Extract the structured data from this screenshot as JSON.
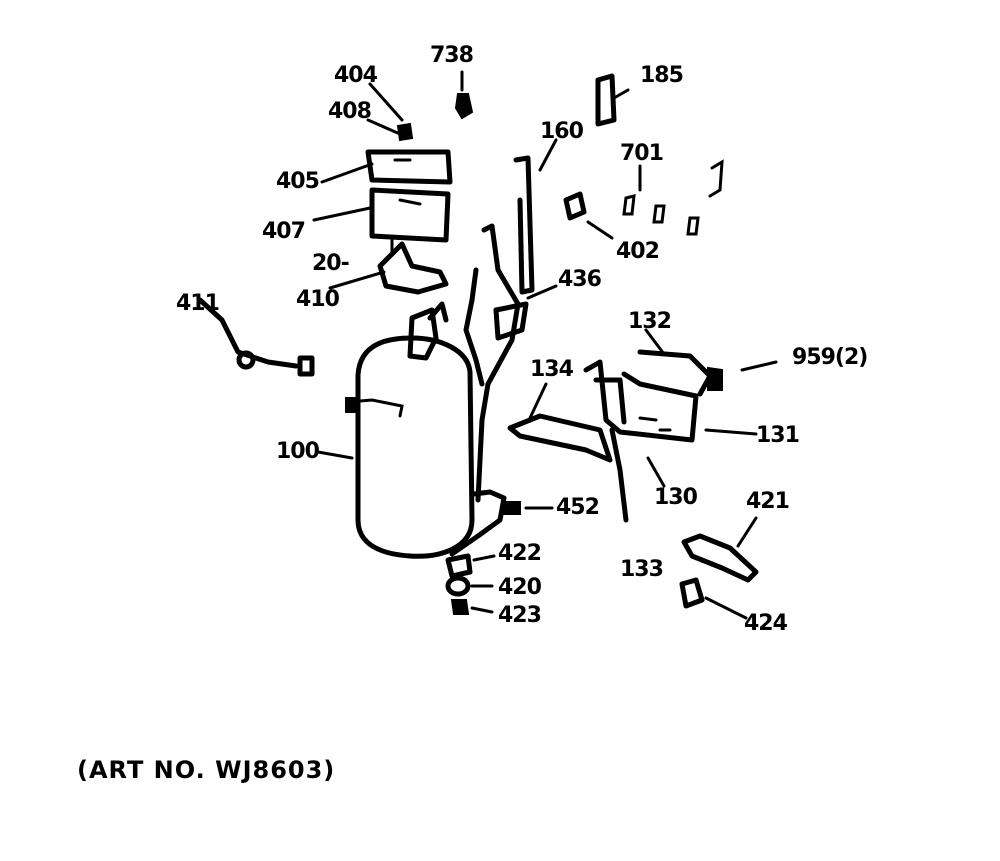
{
  "caption": "(ART NO. WJ8603)",
  "labels": {
    "l738": "738",
    "l185": "185",
    "l404": "404",
    "l408": "408",
    "l160": "160",
    "l701": "701",
    "l405": "405",
    "l402": "402",
    "l407": "407",
    "l20": "20-",
    "l436": "436",
    "l410": "410",
    "l411": "411",
    "l132": "132",
    "l959": "959(2)",
    "l134": "134",
    "l100": "100",
    "l131": "131",
    "l130": "130",
    "l452": "452",
    "l421": "421",
    "l422": "422",
    "l133": "133",
    "l420": "420",
    "l423": "423",
    "l424": "424"
  }
}
